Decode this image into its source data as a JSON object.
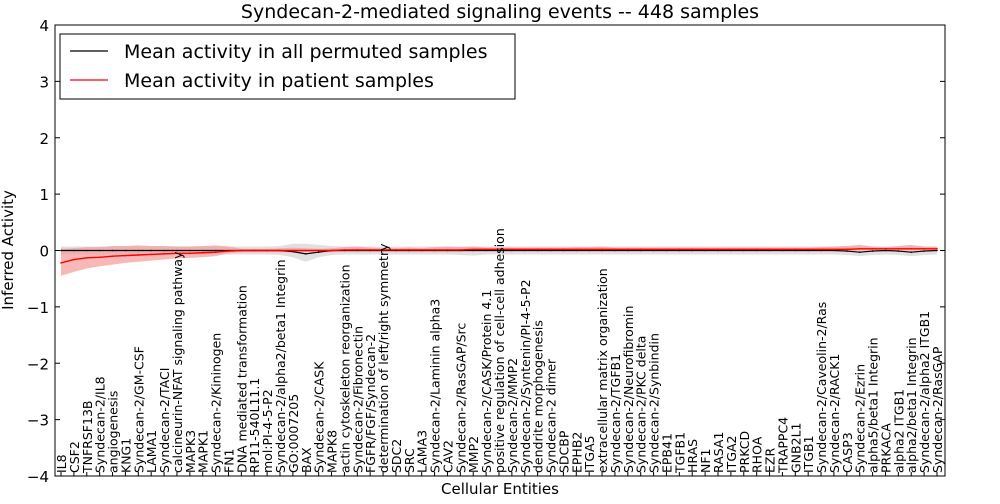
{
  "chart_data": {
    "type": "line",
    "title": "Syndecan-2-mediated signaling events -- 448 samples",
    "xlabel": "Cellular Entities",
    "ylabel": "Inferred Activity",
    "ylim": [
      -4,
      4
    ],
    "yticks": [
      -4,
      -3,
      -2,
      -1,
      0,
      1,
      2,
      3,
      4
    ],
    "legend_placement": "top-left",
    "grid": false,
    "categories": [
      "IL8",
      "CSF2",
      "TNFRSF13B",
      "Syndecan-2/IL8",
      "angiogenesis",
      "KNG1",
      "Syndecan-2/GM-CSF",
      "LAMA1",
      "Syndecan-2/TACI",
      "calcineurin-NFAT signaling pathway",
      "MAPK3",
      "MAPK1",
      "Syndecan-2/Kininogen",
      "FN1",
      "DNA mediated transformation",
      "RP11-540L11.1",
      "mol:PI-4-5-P2",
      "Syndecan-2/alpha2/beta1 Integrin",
      "GO:0007205",
      "BAX",
      "Syndecan-2/CASK",
      "MAPK8",
      "actin cytoskeleton reorganization",
      "Syndecan-2/Fibronectin",
      "FGFR/FGF/Syndecan-2",
      "determination of left/right symmetry",
      "SDC2",
      "SRC",
      "LAMA3",
      "Syndecan-2/Laminin alpha3",
      "CAV2",
      "Syndecan-2/RasGAP/Src",
      "MMP2",
      "Syndecan-2/CASK/Protein 4.1",
      "positive regulation of cell-cell adhesion",
      "Syndecan-2/MMP2",
      "Syndecan-2/Syntenin/PI-4-5-P2",
      "dendrite morphogenesis",
      "Syndecan-2 dimer",
      "SDCBP",
      "EPHB2",
      "ITGA5",
      "extracellular matrix organization",
      "Syndecan-2/TGFB1",
      "Syndecan-2/Neurofibromin",
      "Syndecan-2/PKC delta",
      "Syndecan-2/Synbindin",
      "EPB41",
      "TGFB1",
      "HRAS",
      "NF1",
      "RASA1",
      "ITGA2",
      "PRKCD",
      "RHOA",
      "EZR",
      "TRAPPC4",
      "GNB2L1",
      "ITGB1",
      "Syndecan-2/Caveolin-2/Ras",
      "Syndecan-2/RACK1",
      "CASP3",
      "Syndecan-2/Ezrin",
      "alpha5/beta1 Integrin",
      "PRKACA",
      "alpha2 ITGB1",
      "alpha2/beta1 Integrin",
      "Syndecan-2/alpha2 ITGB1",
      "Syndecan-2/RasGAP"
    ],
    "series": [
      {
        "name": "Mean activity in all permuted samples",
        "color": "#000000",
        "band_color": "#cccccc",
        "values": [
          0,
          0,
          0,
          0,
          0,
          0,
          0,
          0,
          0,
          0,
          0,
          0,
          0,
          0,
          0,
          0,
          0,
          0,
          -0.02,
          -0.06,
          -0.03,
          0,
          0,
          0,
          0,
          0,
          0,
          0,
          0,
          0,
          0,
          0,
          0,
          0,
          0,
          0,
          0,
          0,
          0,
          0,
          0,
          0,
          0,
          0,
          0,
          0,
          0,
          0,
          0,
          0,
          0,
          0,
          0,
          0,
          0,
          0,
          0,
          0,
          0,
          0,
          0,
          -0.01,
          -0.03,
          -0.01,
          0,
          -0.01,
          -0.03,
          -0.01,
          0
        ],
        "lower": [
          -0.07,
          -0.07,
          -0.07,
          -0.07,
          -0.07,
          -0.07,
          -0.07,
          -0.07,
          -0.07,
          -0.07,
          -0.07,
          -0.07,
          -0.07,
          -0.07,
          -0.07,
          -0.07,
          -0.07,
          -0.08,
          -0.12,
          -0.2,
          -0.12,
          -0.08,
          -0.07,
          -0.07,
          -0.07,
          -0.07,
          -0.07,
          -0.07,
          -0.07,
          -0.07,
          -0.07,
          -0.08,
          -0.09,
          -0.07,
          -0.07,
          -0.07,
          -0.07,
          -0.07,
          -0.07,
          -0.07,
          -0.07,
          -0.07,
          -0.07,
          -0.07,
          -0.07,
          -0.07,
          -0.07,
          -0.07,
          -0.07,
          -0.07,
          -0.07,
          -0.07,
          -0.07,
          -0.07,
          -0.07,
          -0.07,
          -0.07,
          -0.07,
          -0.07,
          -0.07,
          -0.07,
          -0.08,
          -0.1,
          -0.08,
          -0.07,
          -0.08,
          -0.1,
          -0.08,
          -0.07
        ],
        "upper": [
          0.07,
          0.07,
          0.07,
          0.07,
          0.07,
          0.07,
          0.07,
          0.07,
          0.07,
          0.07,
          0.07,
          0.07,
          0.07,
          0.07,
          0.07,
          0.07,
          0.07,
          0.08,
          0.12,
          0.12,
          0.1,
          0.08,
          0.07,
          0.07,
          0.07,
          0.07,
          0.07,
          0.07,
          0.07,
          0.07,
          0.07,
          0.07,
          0.07,
          0.07,
          0.07,
          0.07,
          0.07,
          0.07,
          0.07,
          0.07,
          0.07,
          0.07,
          0.07,
          0.07,
          0.07,
          0.07,
          0.07,
          0.07,
          0.07,
          0.07,
          0.07,
          0.07,
          0.07,
          0.07,
          0.07,
          0.07,
          0.07,
          0.07,
          0.07,
          0.07,
          0.07,
          0.07,
          0.07,
          0.07,
          0.07,
          0.07,
          0.07,
          0.07,
          0.07
        ]
      },
      {
        "name": "Mean activity in patient samples",
        "color": "#ff0000",
        "band_color": "#f4a0a0",
        "values": [
          -0.22,
          -0.16,
          -0.13,
          -0.12,
          -0.1,
          -0.09,
          -0.08,
          -0.07,
          -0.06,
          -0.05,
          -0.05,
          -0.04,
          -0.03,
          -0.01,
          0,
          0,
          0,
          0,
          0,
          0,
          0,
          0,
          0.01,
          0.01,
          0.01,
          0.01,
          0.01,
          0.01,
          0.01,
          0.01,
          0.01,
          0.01,
          0.02,
          0.02,
          0.02,
          0.02,
          0.02,
          0.02,
          0.02,
          0.02,
          0.02,
          0.02,
          0.02,
          0.02,
          0.02,
          0.02,
          0.02,
          0.02,
          0.02,
          0.02,
          0.02,
          0.02,
          0.02,
          0.02,
          0.02,
          0.02,
          0.02,
          0.02,
          0.02,
          0.02,
          0.02,
          0.02,
          0.03,
          0.03,
          0.03,
          0.03,
          0.03,
          0.03,
          0.03
        ],
        "lower": [
          -0.45,
          -0.38,
          -0.32,
          -0.28,
          -0.25,
          -0.22,
          -0.2,
          -0.18,
          -0.16,
          -0.14,
          -0.13,
          -0.12,
          -0.1,
          -0.05,
          -0.03,
          -0.03,
          -0.03,
          -0.03,
          -0.03,
          -0.03,
          -0.03,
          -0.03,
          -0.02,
          -0.02,
          -0.02,
          -0.02,
          -0.02,
          -0.02,
          -0.02,
          -0.02,
          -0.02,
          -0.02,
          -0.01,
          -0.01,
          -0.01,
          -0.01,
          -0.01,
          -0.01,
          -0.01,
          -0.01,
          -0.01,
          -0.01,
          -0.01,
          -0.01,
          -0.01,
          -0.01,
          -0.01,
          -0.01,
          -0.01,
          -0.01,
          -0.01,
          -0.01,
          -0.01,
          -0.01,
          -0.01,
          -0.01,
          -0.01,
          -0.01,
          -0.01,
          -0.01,
          -0.01,
          -0.01,
          0,
          0,
          0,
          0,
          0,
          0,
          0
        ],
        "upper": [
          0.03,
          0.04,
          0.06,
          0.06,
          0.08,
          0.08,
          0.09,
          0.08,
          0.08,
          0.07,
          0.07,
          0.08,
          0.09,
          0.07,
          0.03,
          0.03,
          0.03,
          0.04,
          0.05,
          0.04,
          0.03,
          0.04,
          0.06,
          0.07,
          0.05,
          0.04,
          0.04,
          0.05,
          0.04,
          0.06,
          0.07,
          0.06,
          0.07,
          0.05,
          0.05,
          0.05,
          0.05,
          0.05,
          0.05,
          0.05,
          0.06,
          0.06,
          0.07,
          0.05,
          0.05,
          0.05,
          0.05,
          0.05,
          0.05,
          0.05,
          0.05,
          0.05,
          0.05,
          0.05,
          0.05,
          0.05,
          0.05,
          0.05,
          0.05,
          0.06,
          0.07,
          0.08,
          0.1,
          0.07,
          0.06,
          0.08,
          0.1,
          0.07,
          0.07
        ]
      }
    ]
  }
}
